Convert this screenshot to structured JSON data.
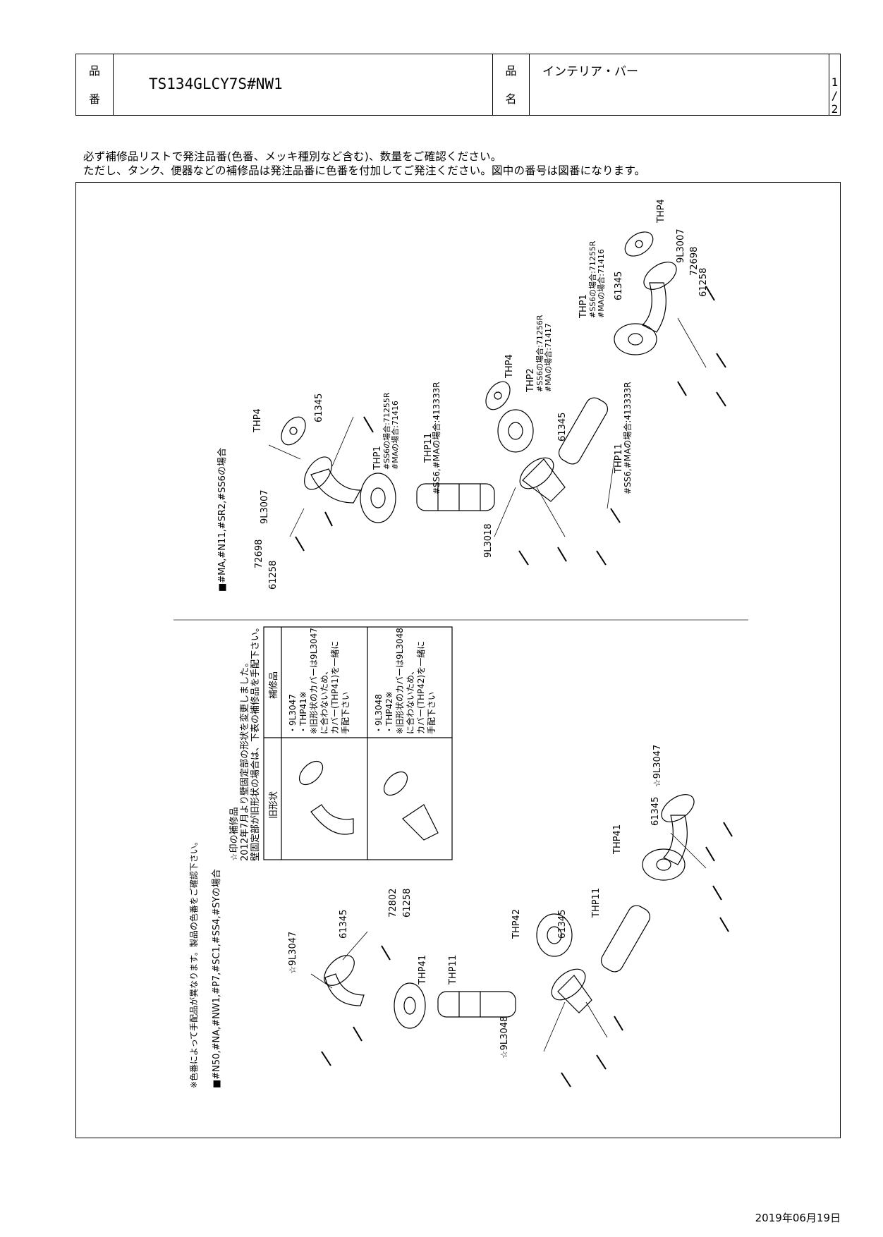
{
  "header": {
    "code_label_top": "品",
    "code_label_bottom": "番",
    "product_code": "TS134GLCY7S#NW1",
    "name_label_top": "品",
    "name_label_bottom": "名",
    "product_name": "インテリア・バー",
    "page": "1 / 2"
  },
  "notes": {
    "line1": "必ず補修品リストで発注品番(色番、メッキ種別など含む)、数量をご確認ください。",
    "line2": "ただし、タンク、便器などの補修品は発注品番に色番を付加してご発注ください。図中の番号は図番になります。"
  },
  "upper": {
    "title": "■#MA,#N11,#SR2,#SS6の場合",
    "labels": {
      "thp4_a": "THP4",
      "p9l3007_a": "9L3007",
      "p61345_a": "61345",
      "p72698_a": "72698",
      "p61258_a": "61258",
      "thp1_a": "THP1",
      "thp1_ss6_a": "#SS6の場合:71255R",
      "thp1_ma_a": "#MAの場合:71416",
      "thp11_a": "THP11",
      "thp11_note_a": "#SS6,#MAの場合:413333R",
      "p9l3018": "9L3018",
      "thp2": "THP2",
      "thp2_ss6": "#SS6の場合:71256R",
      "thp2_ma": "#MAの場合:71417",
      "thp4_b": "THP4",
      "thp11_b": "THP11",
      "thp11_note_b": "#SS6,#MAの場合:413333R",
      "thp1_b": "THP1",
      "thp1_ss6_b": "#SS6の場合:71255R",
      "thp1_ma_b": "#MAの場合:71416",
      "p9l3007_b": "9L3007",
      "p72698_b": "72698",
      "p61258_b": "61258",
      "p61345_b": "61345",
      "p61345_c": "61345",
      "thp4_c": "THP4"
    }
  },
  "lower": {
    "caution": "※色番によって手配品が異なります。製品の色番をご確認下さい。",
    "title": "■#N50,#NA,#NW1,#P7,#SC1,#SS4,#SYの場合",
    "star_note": "☆印の補修品",
    "change_note1": "2012年7月より壁固定部の形状を変更しました。",
    "change_note2": "壁固定部が旧形状の場合は、下表の補修品を手配下さい。",
    "table": {
      "col_old": "旧形状",
      "col_parts": "補修品",
      "row1": [
        "・9L3047",
        "・THP41※",
        "※旧形状のカバーは9L3047",
        "に合わないため、",
        "カバー(THP41)を一緒に",
        "手配下さい"
      ],
      "row2": [
        "・9L3048",
        "・THP42※",
        "※旧形状のカバーは9L3048",
        "に合わないため、",
        "カバー(THP42)を一緒に",
        "手配下さい"
      ]
    },
    "labels": {
      "p9l3047_a": "☆9L3047",
      "p61345_a": "61345",
      "p72802_a": "72802",
      "p61258_a": "61258",
      "thp41_a": "THP41",
      "thp11_a": "THP11",
      "p9l3048": "☆9L3048",
      "thp42": "THP42",
      "p61345_b": "61345",
      "thp11_b": "THP11",
      "thp41_b": "THP41",
      "p9l3047_b": "☆9L3047",
      "p61345_c": "61345"
    }
  },
  "date": "2019年06月19日"
}
